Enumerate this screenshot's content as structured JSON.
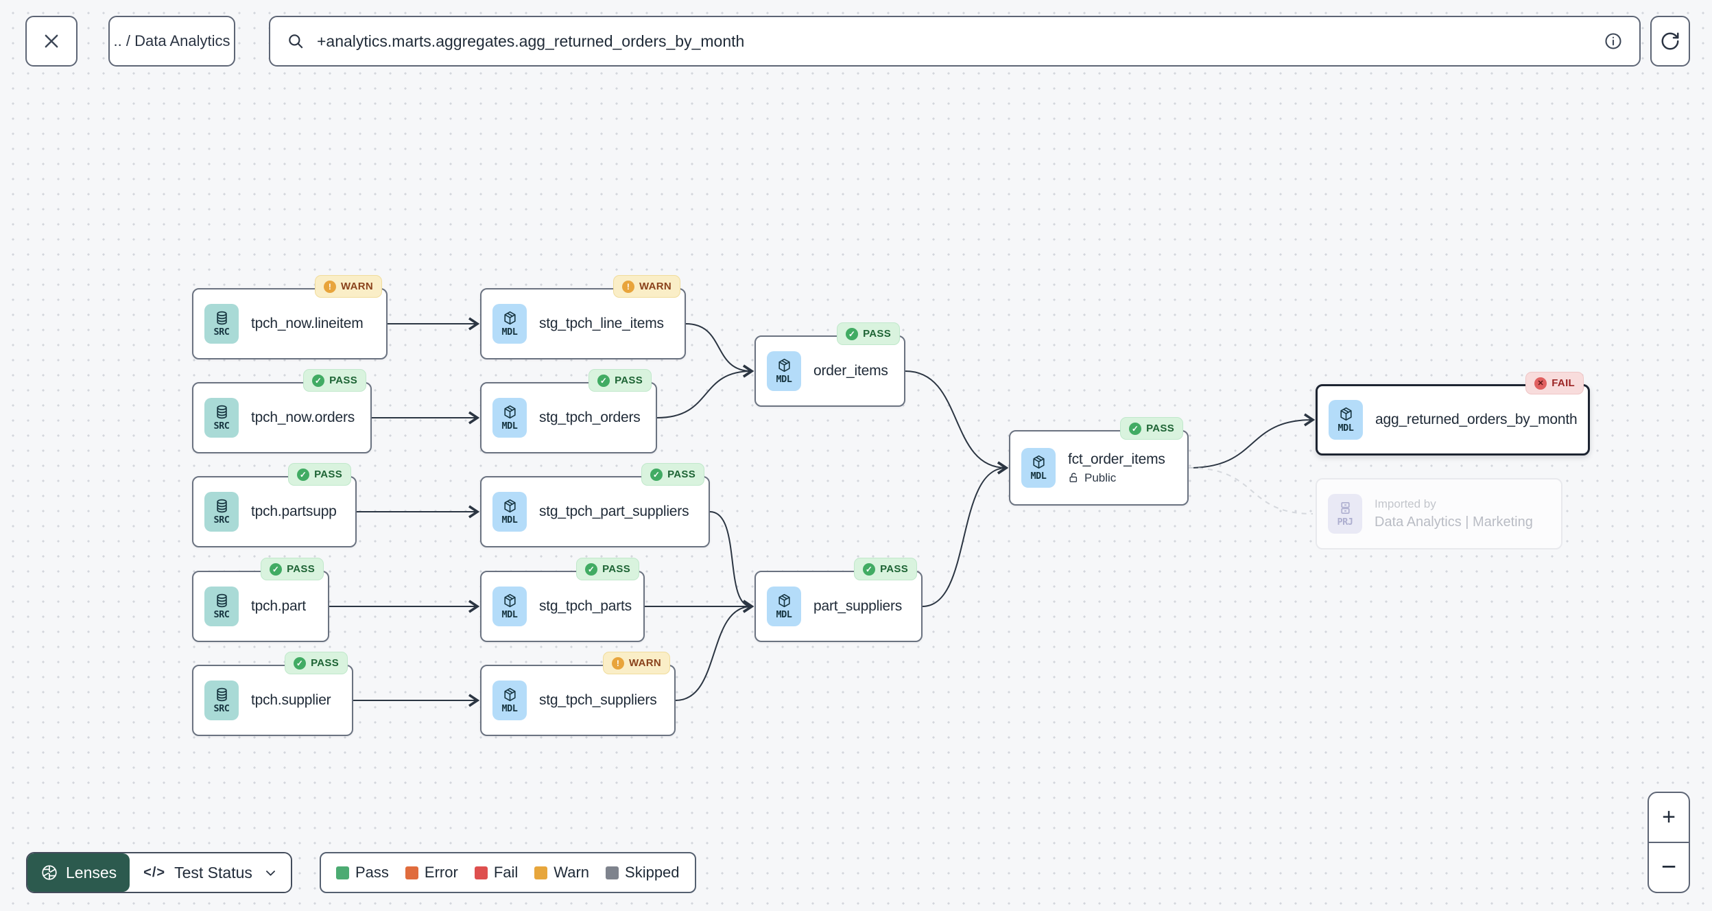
{
  "toolbar": {
    "breadcrumb": ".. / Data Analytics",
    "search": {
      "value": "+analytics.marts.aggregates.agg_returned_orders_by_month"
    }
  },
  "graph": {
    "nodes": [
      {
        "label": "tpch_now.lineitem",
        "kind": "SRC",
        "status": "WARN"
      },
      {
        "label": "stg_tpch_line_items",
        "kind": "MDL",
        "status": "WARN"
      },
      {
        "label": "tpch_now.orders",
        "kind": "SRC",
        "status": "PASS"
      },
      {
        "label": "stg_tpch_orders",
        "kind": "MDL",
        "status": "PASS"
      },
      {
        "label": "order_items",
        "kind": "MDL",
        "status": "PASS"
      },
      {
        "label": "tpch.partsupp",
        "kind": "SRC",
        "status": "PASS"
      },
      {
        "label": "stg_tpch_part_suppliers",
        "kind": "MDL",
        "status": "PASS"
      },
      {
        "label": "tpch.part",
        "kind": "SRC",
        "status": "PASS"
      },
      {
        "label": "stg_tpch_parts",
        "kind": "MDL",
        "status": "PASS"
      },
      {
        "label": "part_suppliers",
        "kind": "MDL",
        "status": "PASS"
      },
      {
        "label": "tpch.supplier",
        "kind": "SRC",
        "status": "PASS"
      },
      {
        "label": "stg_tpch_suppliers",
        "kind": "MDL",
        "status": "WARN"
      },
      {
        "label": "fct_order_items",
        "kind": "MDL",
        "status": "PASS",
        "visibility": "Public"
      },
      {
        "label": "agg_returned_orders_by_month",
        "kind": "MDL",
        "status": "FAIL",
        "selected": true
      },
      {
        "title": "Imported by",
        "label": "Data Analytics | Marketing",
        "kind": "PRJ"
      }
    ],
    "edge_color": "#2b3542"
  },
  "footer": {
    "lenses_label": "Lenses",
    "lens_selector": "Test Status",
    "legend": [
      {
        "label": "Pass",
        "color": "#4cab72"
      },
      {
        "label": "Error",
        "color": "#e06c3d"
      },
      {
        "label": "Fail",
        "color": "#de4f4e"
      },
      {
        "label": "Warn",
        "color": "#e7a63c"
      },
      {
        "label": "Skipped",
        "color": "#7e838d"
      }
    ]
  },
  "zoom_controls": {
    "zoom_in": "+",
    "zoom_out": "−"
  },
  "status_colors": {
    "pass": "#41ab63",
    "warn": "#e8a43b",
    "fail": "#e05f5f"
  },
  "icons": [
    "x-icon",
    "magnifier-icon",
    "info-icon",
    "refresh-icon",
    "database-icon",
    "cube-icon",
    "archive-icon",
    "lock-open-icon",
    "aperture-icon",
    "code-icon",
    "chevron-down-icon",
    "plus-icon",
    "minus-icon"
  ]
}
